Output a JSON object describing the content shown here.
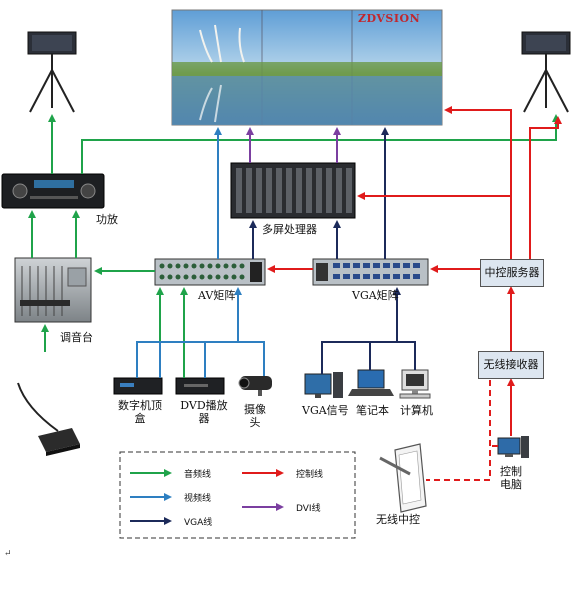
{
  "screen": {
    "brand": "ZDVSION"
  },
  "labels": {
    "amplifier": "功放",
    "mixer": "调音台",
    "av_matrix": "AV矩阵",
    "vga_matrix": "VGA矩阵",
    "multi_screen_processor": "多屏处理器",
    "central_server": "中控服务器",
    "wireless_receiver": "无线接收器",
    "set_top_box_line1": "数字机顶",
    "set_top_box_line2": "盒",
    "dvd_line1": "DVD播放",
    "dvd_line2": "器",
    "camera_line1": "摄像",
    "camera_line2": "头",
    "vga_signal": "VGA信号",
    "laptop": "笔记本",
    "computer": "计算机",
    "control_pc_line1": "控制",
    "control_pc_line2": "电脑",
    "wireless_control": "无线中控"
  },
  "legend": {
    "audio": "音频线",
    "video": "视频线",
    "vga": "VGA线",
    "control": "控制线",
    "dvi": "DVI线"
  },
  "colors": {
    "audio": "#1fa34a",
    "video": "#2e7fc1",
    "vga": "#1c2a5a",
    "control": "#e01b1b",
    "dvi": "#7b3fa0"
  },
  "page_mark": "↵"
}
